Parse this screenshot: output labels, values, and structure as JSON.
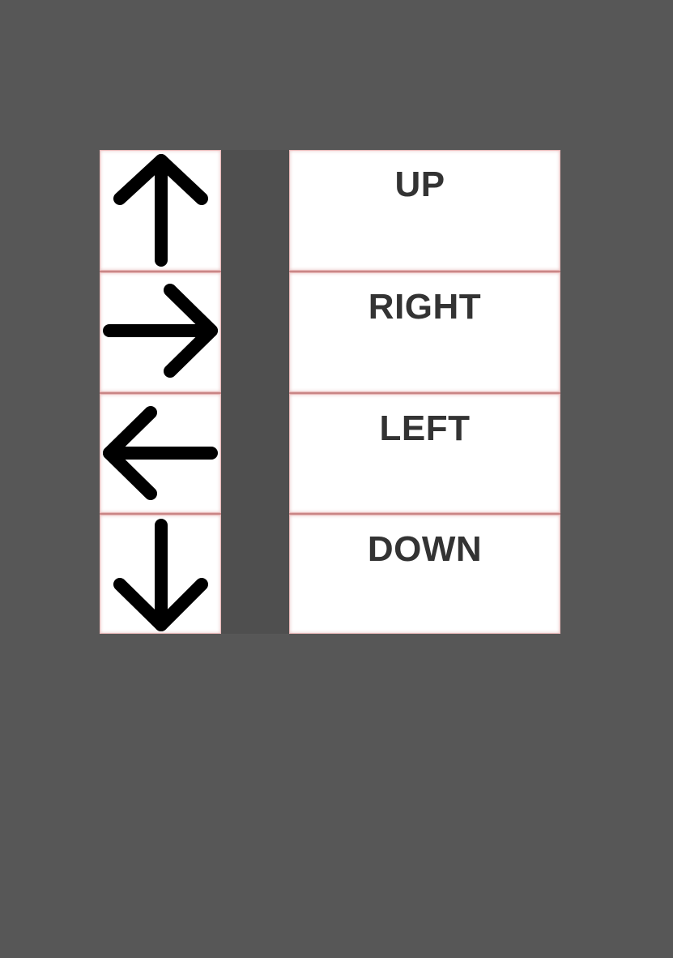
{
  "labels": {
    "up": "UP",
    "right": "RIGHT",
    "left": "LEFT",
    "down": "DOWN"
  },
  "icons": [
    "arrow-up-icon",
    "arrow-right-icon",
    "arrow-left-icon",
    "arrow-down-icon"
  ],
  "colors": {
    "background": "#575757",
    "cell": "#ffffff",
    "cell_border": "#c98686",
    "arrow": "#000000",
    "label_text": "#333333"
  }
}
